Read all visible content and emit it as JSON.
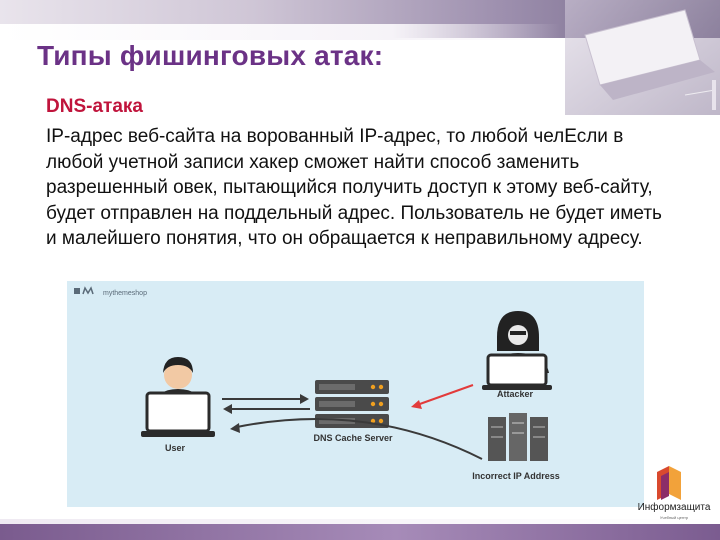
{
  "slide": {
    "title": "Типы фишинговых атак:",
    "subtitle": "DNS-атака",
    "body": "IP-адрес веб-сайта на ворованный IP-адрес, то любой челЕсли в любой учетной записи хакер сможет найти способ заменить разрешенный овек, пытающийся получить доступ к этому веб-сайту, будет отправлен на поддельный адрес. Пользователь не будет иметь и малейшего понятия, что он обращается к неправильному адресу."
  },
  "diagram": {
    "brand": "mythemeshop",
    "user_label": "User",
    "server_label": "DNS Cache Server",
    "attacker_label": "Attacker",
    "incorrect_ip_label": "Incorrect IP Address"
  },
  "logo": {
    "name": "Информзащита",
    "tagline": "Учебный центр"
  },
  "colors": {
    "title": "#6b3286",
    "subtitle": "#c0143c",
    "diagram_bg": "#d8ecf5",
    "attack_arrow": "#e23b3b"
  }
}
